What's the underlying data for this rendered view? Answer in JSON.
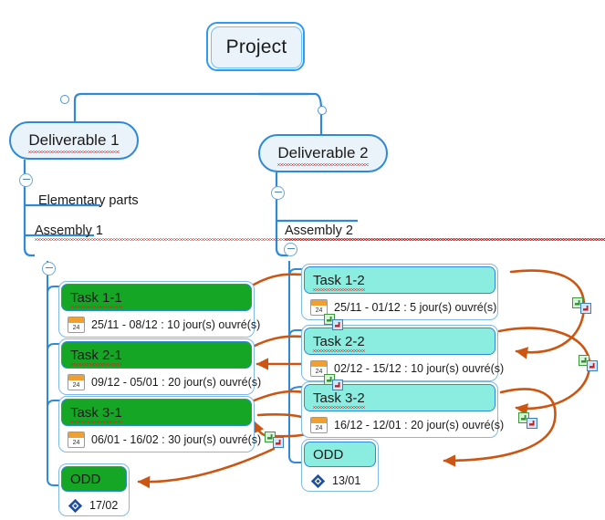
{
  "diagram": {
    "type": "project-mindmap-gantt",
    "background": "#ffffff",
    "colors": {
      "node_border": "#2e8ad8",
      "node_fill": "#eaf2fa",
      "branch_line": "#2e8ad8",
      "task_green": "#16a626",
      "task_cyan": "#8bece0",
      "dependency_arrow": "#cc5511",
      "spellcheck_underline": "#e02020",
      "calendar_icon_header": "#f0a030",
      "milestone_diamond": "#1f4e9c"
    }
  },
  "root": {
    "label": "Project",
    "name": "root-node"
  },
  "deliverables": [
    {
      "label": "Deliverable 1",
      "spellcheck": true
    },
    {
      "label": "Deliverable 2",
      "spellcheck": true
    }
  ],
  "branches": [
    {
      "label": "Elementary parts",
      "parent": "Deliverable 1",
      "spellcheck": false
    },
    {
      "label": "Assembly 1",
      "parent": "Deliverable 1",
      "spellcheck": true
    },
    {
      "label": "Assembly 2",
      "parent": "Deliverable 2",
      "spellcheck": true
    }
  ],
  "tasks_left": [
    {
      "title": "Task 1-1",
      "color": "green",
      "start": "25/11",
      "end": "08/12",
      "duration": "10 jour(s) ouvré(s)",
      "meta": "25/11 - 08/12 : 10 jour(s) ouvré(s)",
      "icon": "calendar-icon",
      "icon_day": "24"
    },
    {
      "title": "Task 2-1",
      "color": "green",
      "start": "09/12",
      "end": "05/01",
      "duration": "20 jour(s) ouvré(s)",
      "meta": "09/12 - 05/01 : 20 jour(s) ouvré(s)",
      "icon": "calendar-icon",
      "icon_day": "24"
    },
    {
      "title": "Task 3-1",
      "color": "green",
      "start": "06/01",
      "end": "16/02",
      "duration": "30 jour(s) ouvré(s)",
      "meta": "06/01 - 16/02 : 30 jour(s) ouvré(s)",
      "icon": "calendar-icon",
      "icon_day": "24"
    }
  ],
  "milestone_left": {
    "title": "ODD",
    "color": "green",
    "meta": "17/02",
    "icon": "milestone-diamond-icon"
  },
  "tasks_right": [
    {
      "title": "Task 1-2",
      "color": "cyan",
      "start": "25/11",
      "end": "01/12",
      "duration": "5 jour(s) ouvré(s)",
      "meta": "25/11 - 01/12 : 5 jour(s) ouvré(s)",
      "icon": "calendar-icon",
      "icon_day": "24"
    },
    {
      "title": "Task 2-2",
      "color": "cyan",
      "start": "02/12",
      "end": "15/12",
      "duration": "10 jour(s) ouvré(s)",
      "meta": "02/12 - 15/12 : 10 jour(s) ouvré(s)",
      "icon": "calendar-icon",
      "icon_day": "24"
    },
    {
      "title": "Task 3-2",
      "color": "cyan",
      "start": "16/12",
      "end": "12/01",
      "duration": "20 jour(s) ouvré(s)",
      "meta": "16/12 - 12/01 : 20 jour(s) ouvré(s)",
      "icon": "calendar-icon",
      "icon_day": "24"
    }
  ],
  "milestone_right": {
    "title": "ODD",
    "color": "cyan",
    "meta": "13/01",
    "icon": "milestone-diamond-icon"
  },
  "link_markers": [
    {
      "id": "marker-task1-2-top"
    },
    {
      "id": "marker-task2-2-top"
    },
    {
      "id": "marker-task3-1-right"
    },
    {
      "id": "marker-far-right-1"
    },
    {
      "id": "marker-far-right-2"
    },
    {
      "id": "marker-task3-2-right"
    }
  ],
  "dependencies": [
    {
      "from": "Task 1-1",
      "to": "Task 1-2"
    },
    {
      "from": "Task 1-2",
      "to": "Task 2-2"
    },
    {
      "from": "Task 2-1",
      "to": "Task 2-2"
    },
    {
      "from": "Task 2-2",
      "to": "Task 3-2"
    },
    {
      "from": "Task 3-1",
      "to": "Task 3-2"
    },
    {
      "from": "Task 3-2",
      "to": "ODD (13/01)"
    },
    {
      "from": "Task 3-1",
      "to": "ODD (17/02)"
    }
  ]
}
